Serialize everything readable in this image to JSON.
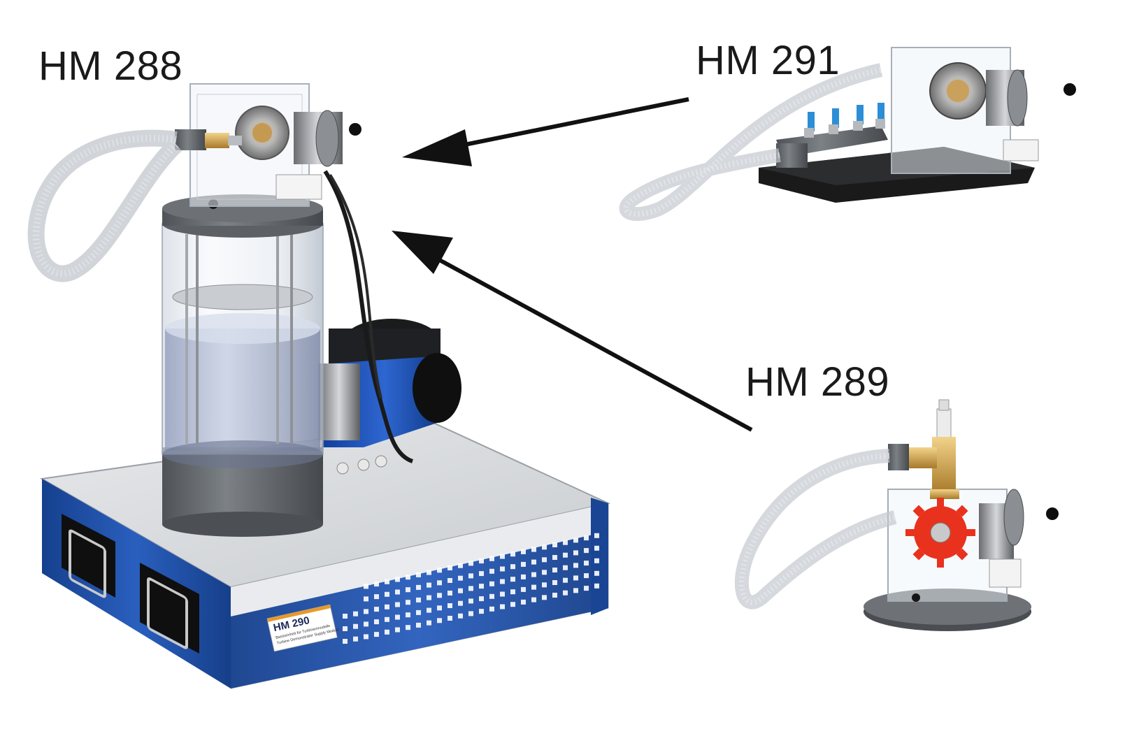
{
  "labels": {
    "hm288": "HM 288",
    "hm291": "HM 291",
    "hm289": "HM 289"
  },
  "nameplate": {
    "top_line": "",
    "model": "HM 290",
    "line1": "Basiseinheit für Turbinenmodelle",
    "line2": "Turbine Demonstrator Supply Module"
  },
  "colors": {
    "base_blue": "#1f4fa6",
    "arrow": "#111111",
    "impeller_red": "#e8321e"
  }
}
